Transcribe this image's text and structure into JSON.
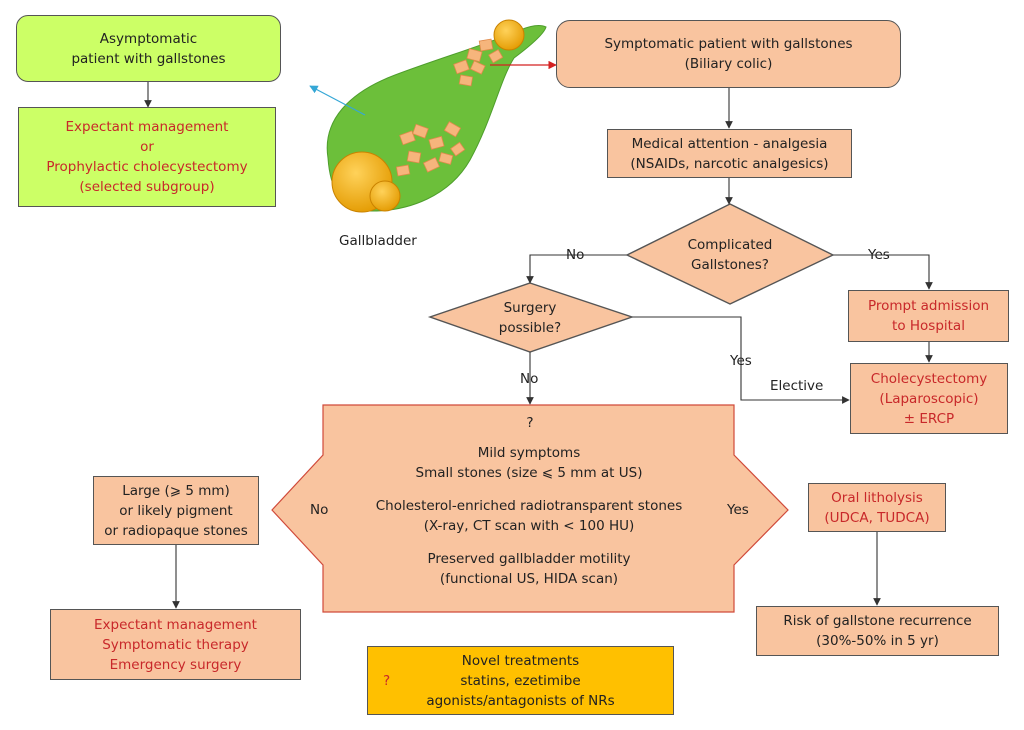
{
  "asymptomatic": {
    "title_line1": "Asymptomatic",
    "title_line2": "patient with gallstones"
  },
  "expectant_asym": {
    "line1": "Expectant management",
    "line2": "or",
    "line3": "Prophylactic cholecystectomy",
    "line4": "(selected subgroup)"
  },
  "gallbladder_label": "Gallbladder",
  "symptomatic": {
    "line1": "Symptomatic patient with gallstones",
    "line2": "(Biliary colic)"
  },
  "medical": {
    "line1": "Medical attention - analgesia",
    "line2": "(NSAIDs, narcotic analgesics)"
  },
  "complicated": {
    "line1": "Complicated",
    "line2": "Gallstones?",
    "no": "No",
    "yes": "Yes"
  },
  "prompt": {
    "line1": "Prompt admission",
    "line2": "to Hospital"
  },
  "surgery": {
    "line1": "Surgery",
    "line2": "possible?",
    "no": "No",
    "yes": "Yes"
  },
  "elective": "Elective",
  "cholecystectomy": {
    "line1": "Cholecystectomy",
    "line2": "(Laparoscopic)",
    "line3": "± ERCP"
  },
  "center": {
    "q": "?",
    "l1": "Mild symptoms",
    "l2": "Small stones (size ⩽ 5 mm at US)",
    "l3": "Cholesterol-enriched radiotransparent stones",
    "l4": "(X-ray, CT scan with < 100 HU)",
    "l5": "Preserved gallbladder motility",
    "l6": "(functional US, HIDA scan)",
    "no": "No",
    "yes": "Yes"
  },
  "large": {
    "line1": "Large (⩾ 5 mm)",
    "line2": "or likely pigment",
    "line3": "or radiopaque stones"
  },
  "expectant_bottom": {
    "line1": "Expectant management",
    "line2": "Symptomatic therapy",
    "line3": "Emergency surgery"
  },
  "oral": {
    "line1": "Oral litholysis",
    "line2": "(UDCA, TUDCA)"
  },
  "risk": {
    "line1": "Risk of gallstone recurrence",
    "line2": "(30%-50% in 5 yr)"
  },
  "novel": {
    "q": "?",
    "line1": "Novel treatments",
    "line2": "statins, ezetimibe",
    "line3": "agonists/antagonists of NRs"
  },
  "colors": {
    "peach": "#f9c49f",
    "lime": "#ccff66",
    "yellow": "#ffc000",
    "red_text": "#c8282a",
    "gallbladder": "#6cbf3a"
  }
}
